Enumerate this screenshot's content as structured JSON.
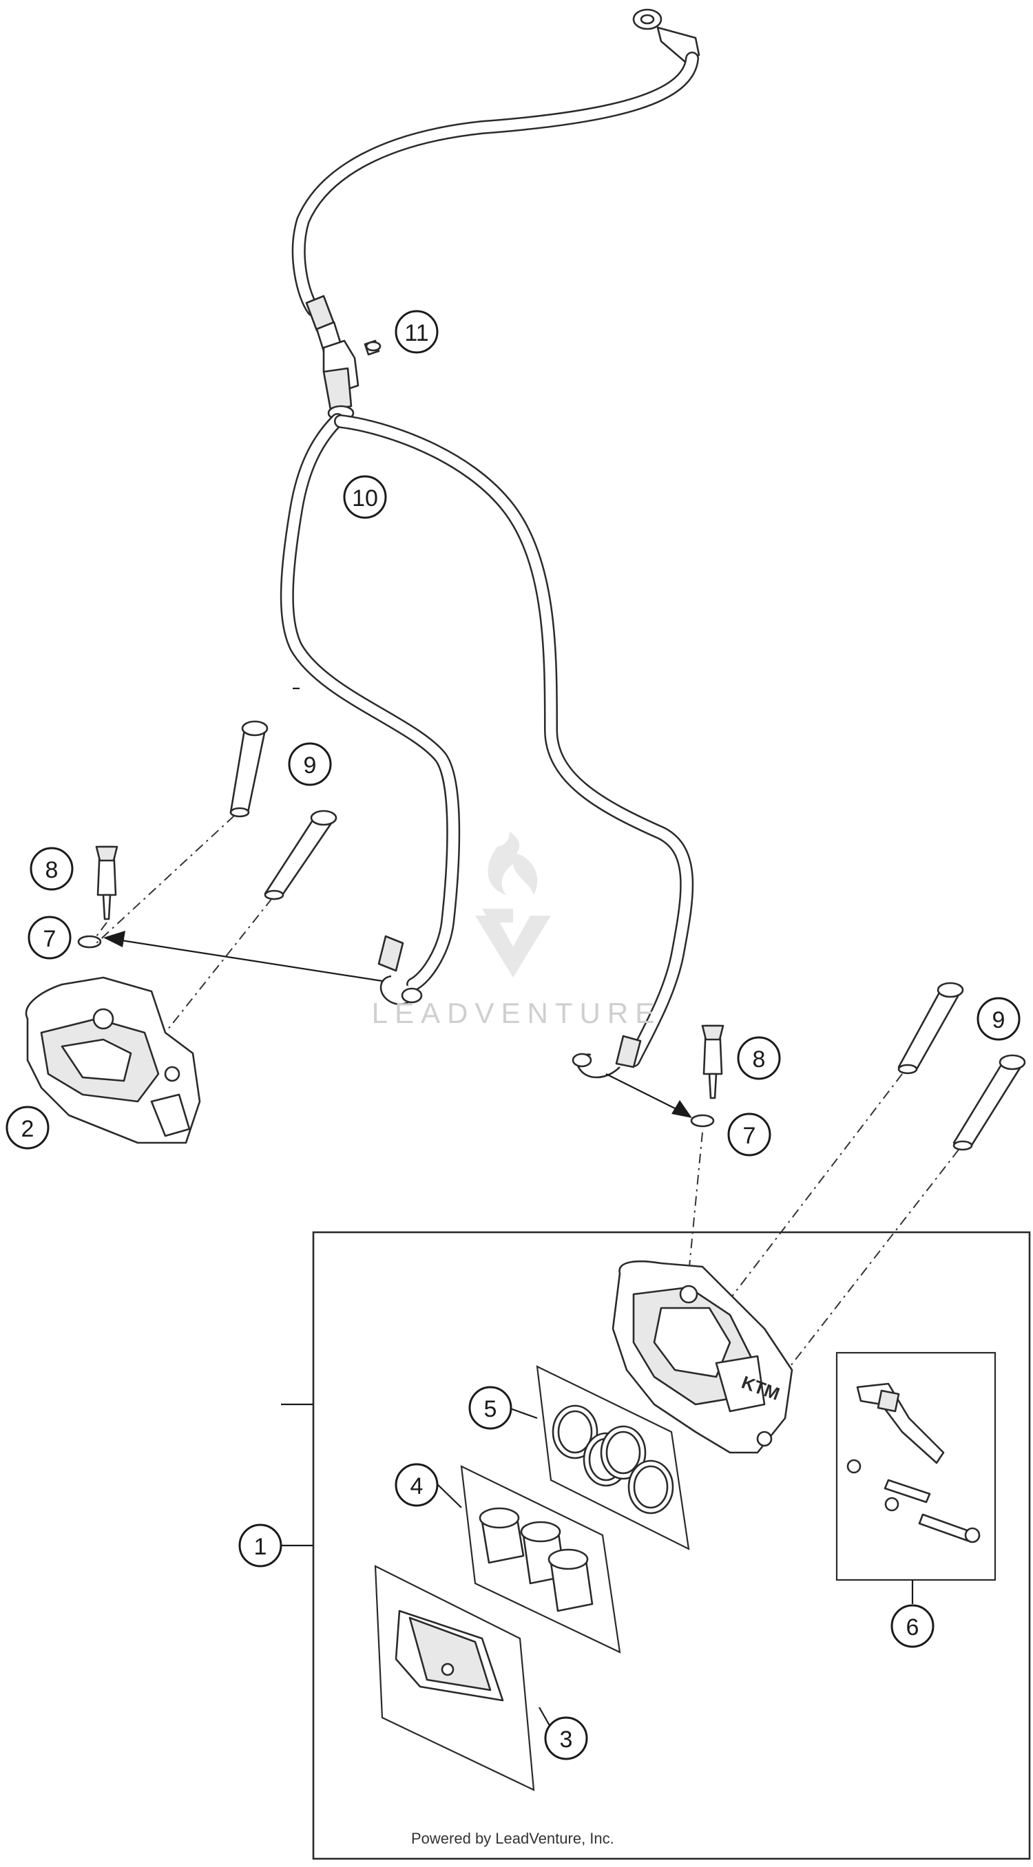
{
  "diagram": {
    "callouts": [
      {
        "id": "c11a",
        "label": "11"
      },
      {
        "id": "c10a",
        "label": "10"
      },
      {
        "id": "c9a",
        "label": "9"
      },
      {
        "id": "c8a",
        "label": "8"
      },
      {
        "id": "c7a",
        "label": "7"
      },
      {
        "id": "c2",
        "label": "2"
      },
      {
        "id": "c9b",
        "label": "9"
      },
      {
        "id": "c8b",
        "label": "8"
      },
      {
        "id": "c7b",
        "label": "7"
      },
      {
        "id": "c5",
        "label": "5"
      },
      {
        "id": "c4",
        "label": "4"
      },
      {
        "id": "c1",
        "label": "1"
      },
      {
        "id": "c3",
        "label": "3"
      },
      {
        "id": "c6",
        "label": "6"
      }
    ],
    "part_logo_text": "KTM",
    "watermark": "LEADVENTURE",
    "credit": "Powered by LeadVenture, Inc."
  },
  "colors": {
    "line": "#1a1a1a",
    "watermark": "#cfcfcf",
    "background": "#ffffff"
  }
}
